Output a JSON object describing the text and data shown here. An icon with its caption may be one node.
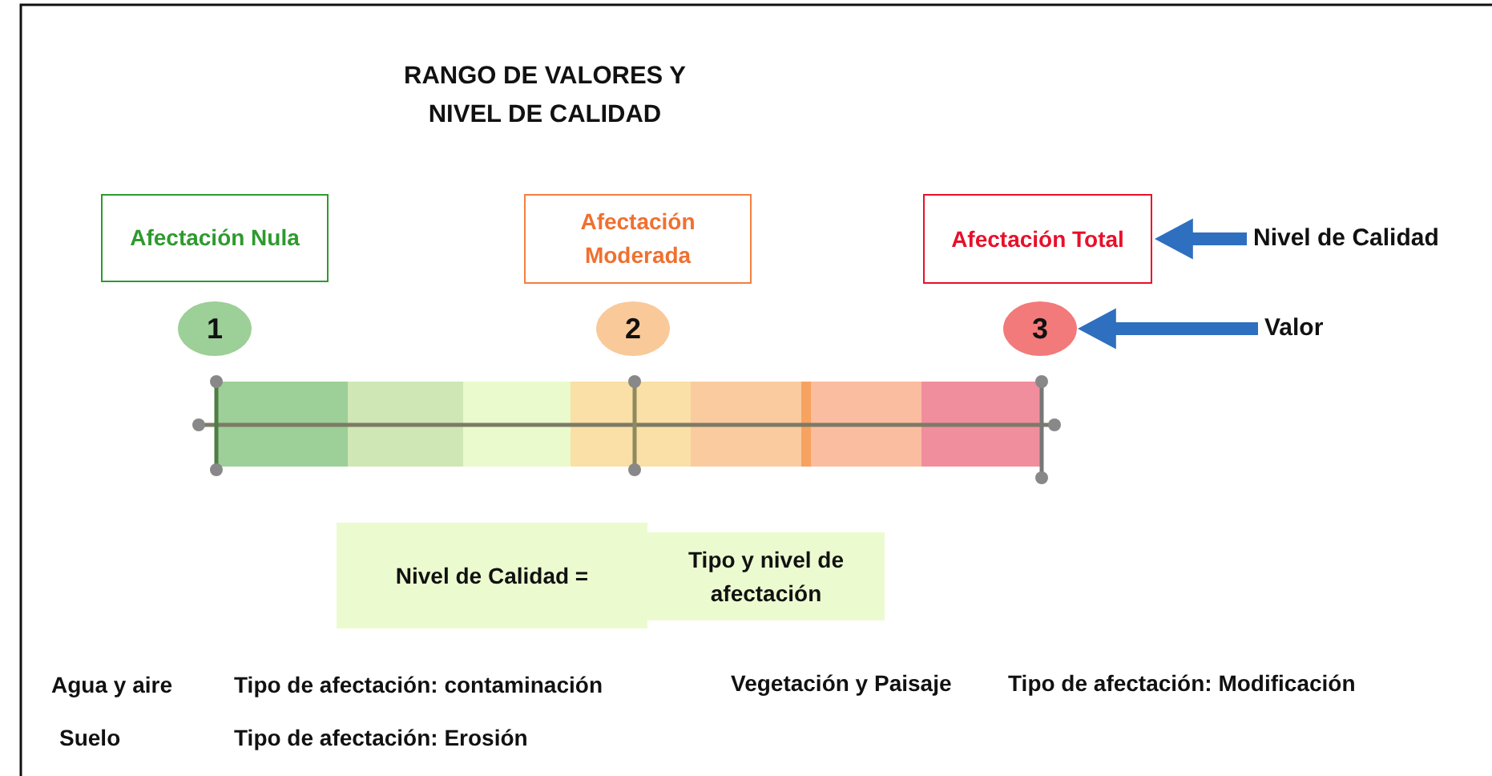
{
  "diagram": {
    "title": "RANGO DE VALORES Y NIVEL DE CALIDAD",
    "nodes": [
      {
        "text": [
          "Afectación Nula"
        ]
      },
      {
        "text": [
          "Afectación Moderada"
        ]
      },
      {
        "text": [
          "Afectación Total"
        ]
      },
      {
        "text": [
          "1"
        ]
      },
      {
        "text": [
          "2"
        ]
      },
      {
        "text": [
          "3"
        ]
      },
      {
        "text": [
          "Nivel de Calidad ="
        ]
      },
      {
        "text": [
          "Tipo y nivel de afectación"
        ]
      },
      {
        "text": [
          "Nivel de Calidad"
        ]
      },
      {
        "text": [
          "Valor"
        ]
      }
    ],
    "edges": [
      {
        "from": 8,
        "to": 2,
        "arrow": "to"
      },
      {
        "from": 9,
        "to": 5,
        "arrow": "to"
      }
    ],
    "labels": [
      "Agua y aire",
      "Tipo de afectación: contaminación",
      "Vegetación y Paisaje",
      "Tipo de afectación: Modificación",
      "Suelo",
      "Tipo de afectación: Erosión"
    ]
  }
}
